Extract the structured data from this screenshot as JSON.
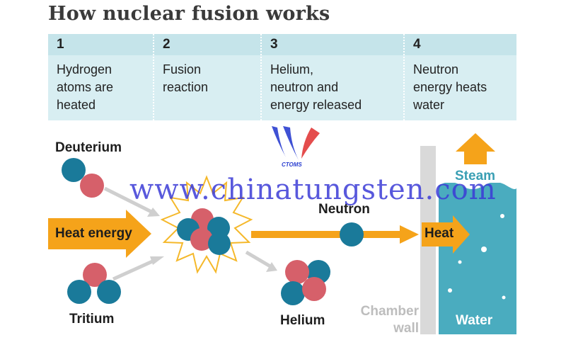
{
  "title": "How nuclear fusion works",
  "steps": [
    {
      "num": "1",
      "lines": [
        "Hydrogen",
        "atoms are",
        "heated"
      ]
    },
    {
      "num": "2",
      "lines": [
        "Fusion",
        "reaction"
      ]
    },
    {
      "num": "3",
      "lines": [
        "Helium,",
        "neutron and",
        "energy released"
      ]
    },
    {
      "num": "4",
      "lines": [
        "Neutron",
        "energy heats",
        "water"
      ]
    }
  ],
  "labels": {
    "deuterium": "Deuterium",
    "tritium": "Tritium",
    "heat_energy": "Heat energy",
    "neutron": "Neutron",
    "helium": "Helium",
    "heat": "Heat",
    "steam": "Steam",
    "water": "Water",
    "chamber_wall": "Chamber wall"
  },
  "watermark": {
    "text": "www.chinatungsten.com",
    "logo_text": "CTOMS"
  },
  "colors": {
    "proton": "#d6606a",
    "neutron": "#1a7a9a",
    "arrow": "#f5a31a",
    "water": "#4aacbf",
    "wall": "#d9d9d9",
    "grey_arrow": "#cfcfcf"
  }
}
